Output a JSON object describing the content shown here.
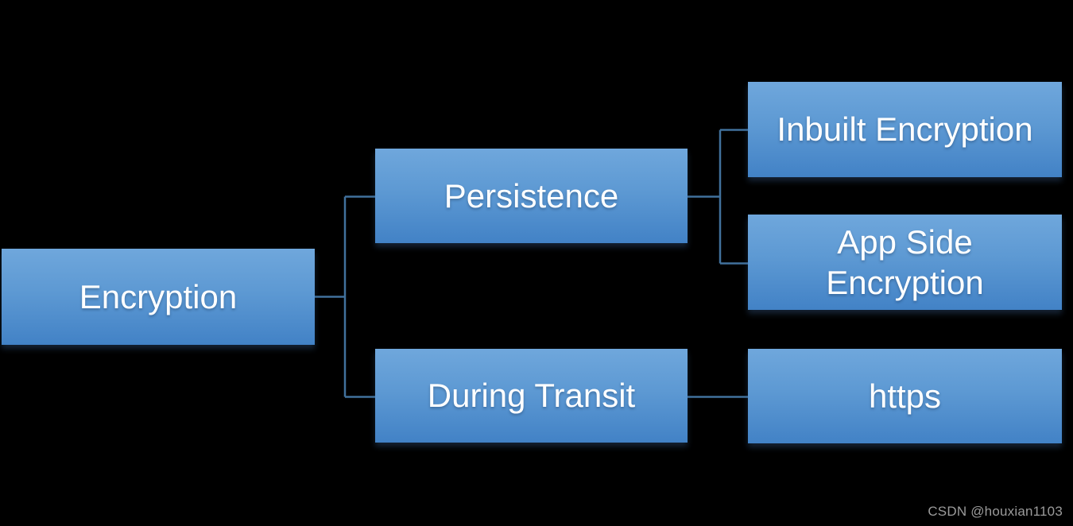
{
  "diagram": {
    "type": "hierarchy",
    "background": "#000000",
    "node_style": {
      "gradient_top": "#6FA7DC",
      "gradient_bottom": "#4282C6",
      "text_color": "#FFFFFF"
    },
    "connector_color": "#41719C",
    "nodes": {
      "root": {
        "label": "Encryption",
        "level": 1
      },
      "persistence": {
        "label": "Persistence",
        "level": 2,
        "parent": "Encryption"
      },
      "during_transit": {
        "label": "During Transit",
        "level": 2,
        "parent": "Encryption"
      },
      "inbuilt": {
        "label": "Inbuilt Encryption",
        "level": 3,
        "parent": "Persistence"
      },
      "app_side": {
        "label": "App Side Encryption",
        "level": 3,
        "parent": "Persistence"
      },
      "https": {
        "label": "https",
        "level": 3,
        "parent": "During Transit"
      }
    }
  },
  "watermark": {
    "text": "CSDN @houxian1103",
    "color": "#9B9B9B"
  }
}
